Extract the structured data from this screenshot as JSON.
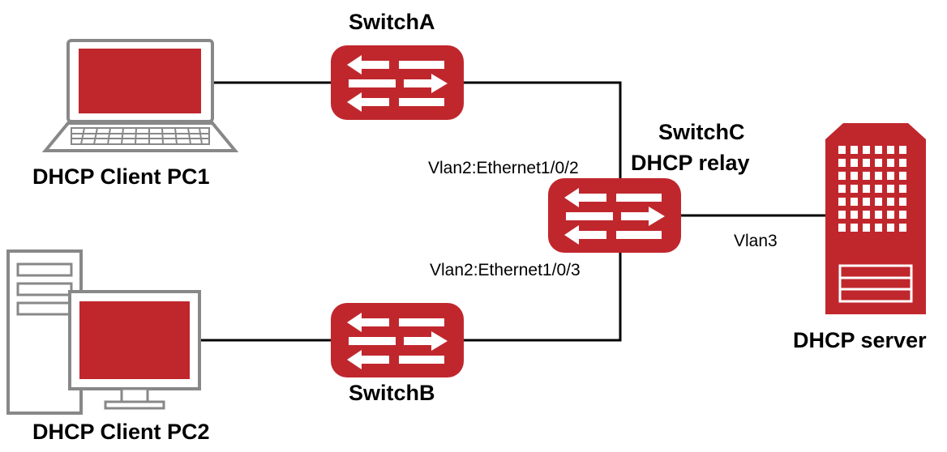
{
  "colors": {
    "device_red": "#c0272d",
    "outline": "#888888",
    "link": "#000000"
  },
  "nodes": {
    "pc1": {
      "label": "DHCP Client PC1",
      "icon": "laptop-icon"
    },
    "pc2": {
      "label": "DHCP Client PC2",
      "icon": "desktop-pc-icon"
    },
    "switch_a": {
      "label": "SwitchA",
      "icon": "switch-icon"
    },
    "switch_b": {
      "label": "SwitchB",
      "icon": "switch-icon"
    },
    "switch_c": {
      "label_line1": "SwitchC",
      "label_line2": "DHCP relay",
      "icon": "switch-icon"
    },
    "server": {
      "label": "DHCP server",
      "icon": "server-icon"
    }
  },
  "ports": {
    "c_to_a": "Vlan2:Ethernet1/0/2",
    "c_to_b": "Vlan2:Ethernet1/0/3",
    "c_to_server": "Vlan3"
  },
  "links": [
    {
      "from": "pc1",
      "to": "switch_a"
    },
    {
      "from": "switch_a",
      "to": "switch_c"
    },
    {
      "from": "pc2",
      "to": "switch_b"
    },
    {
      "from": "switch_b",
      "to": "switch_c"
    },
    {
      "from": "switch_c",
      "to": "server"
    }
  ]
}
